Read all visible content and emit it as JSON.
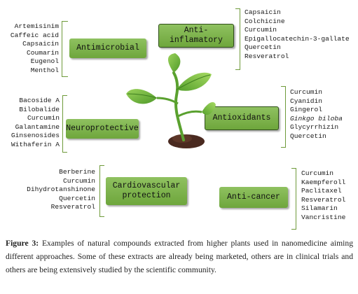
{
  "categories": [
    {
      "id": "antimicrobial",
      "label": "Antimicrobial",
      "compounds": [
        "Artemisinim",
        "Caffeic acid",
        "Capsaicin",
        "Coumarin",
        "Eugenol",
        "Menthol"
      ]
    },
    {
      "id": "anti-inflamatory",
      "label": "Anti-inflamatory",
      "compounds": [
        "Capsaicin",
        "Colchicine",
        "Curcumin",
        "Epigallocatechin-3-gallate",
        "Quercetin",
        "Resveratrol"
      ]
    },
    {
      "id": "neuroprotective",
      "label": "Neuroprotective",
      "compounds": [
        "Bacoside A",
        "Bilobalide",
        "Curcumin",
        "Galantamine",
        "Ginsenosides",
        "Withaferin A"
      ]
    },
    {
      "id": "antioxidants",
      "label": "Antioxidants",
      "compounds": [
        "Curcumin",
        "Cyanidin",
        "Gingerol",
        "Ginkgo biloba",
        "Glycyrrhizin",
        "Quercetin"
      ],
      "italic_index": 3
    },
    {
      "id": "cardiovascular",
      "label": "Cardiovascular protection",
      "label_lines": [
        "Cardiovascular",
        "protection"
      ],
      "compounds": [
        "Berberine",
        "Curcumin",
        "Dihydrotanshinone",
        "Quercetin",
        "Resveratrol"
      ]
    },
    {
      "id": "anti-cancer",
      "label": "Anti-cancer",
      "compounds": [
        "Curcumin",
        "Kaempferoll",
        "Paclitaxel",
        "Resveratrol",
        "Silamarin",
        "Vancristine"
      ]
    }
  ],
  "caption": {
    "label": "Figure 3:",
    "text": " Examples of natural compounds extracted from higher plants used in nanomedicine aiming different approaches. Some of these extracts are already being marketed, others are in clinical trials and others are being extensively studied by the scientific community."
  },
  "colors": {
    "box_fill": "#7cb24a",
    "bracket": "#6e9a3a",
    "leaf": "#7cc242",
    "soil": "#4a2a20"
  }
}
